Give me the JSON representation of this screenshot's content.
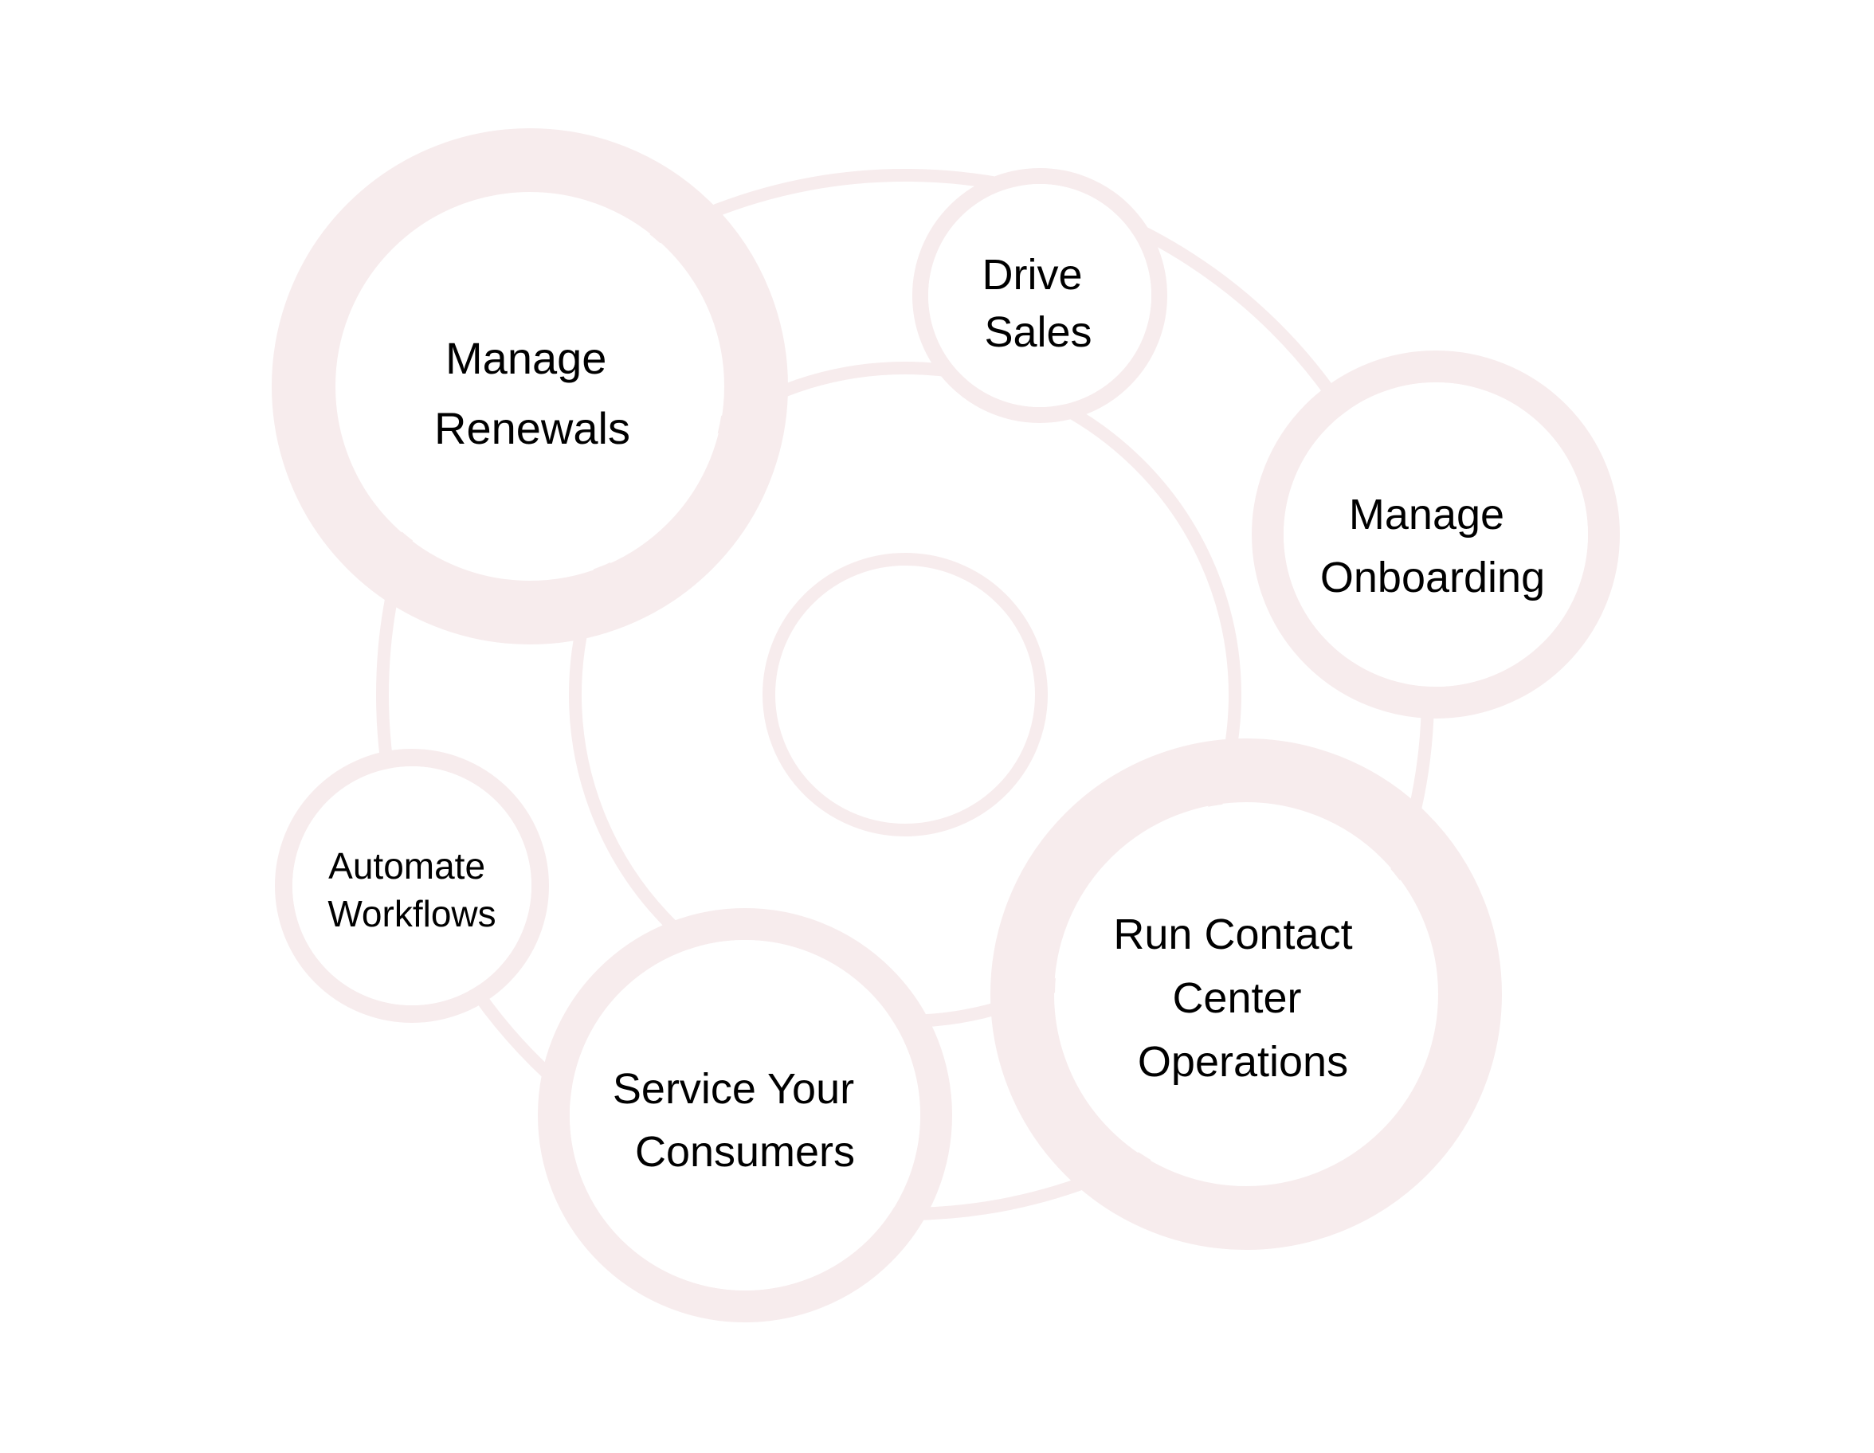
{
  "colors": {
    "background": "#ffffff",
    "ring": "#f7eced",
    "text": "#000000"
  },
  "nodes": [
    {
      "id": "manage-renewals",
      "lines": [
        "Manage",
        "Renewals"
      ]
    },
    {
      "id": "drive-sales",
      "lines": [
        "Drive",
        "Sales"
      ]
    },
    {
      "id": "manage-onboarding",
      "lines": [
        "Manage",
        "Onboarding"
      ]
    },
    {
      "id": "run-contact-center-operations",
      "lines": [
        "Run Contact",
        "Center",
        "Operations"
      ]
    },
    {
      "id": "service-your-consumers",
      "lines": [
        "Service Your",
        "Consumers"
      ]
    },
    {
      "id": "automate-workflows",
      "lines": [
        "Automate",
        "Workflows"
      ]
    }
  ]
}
